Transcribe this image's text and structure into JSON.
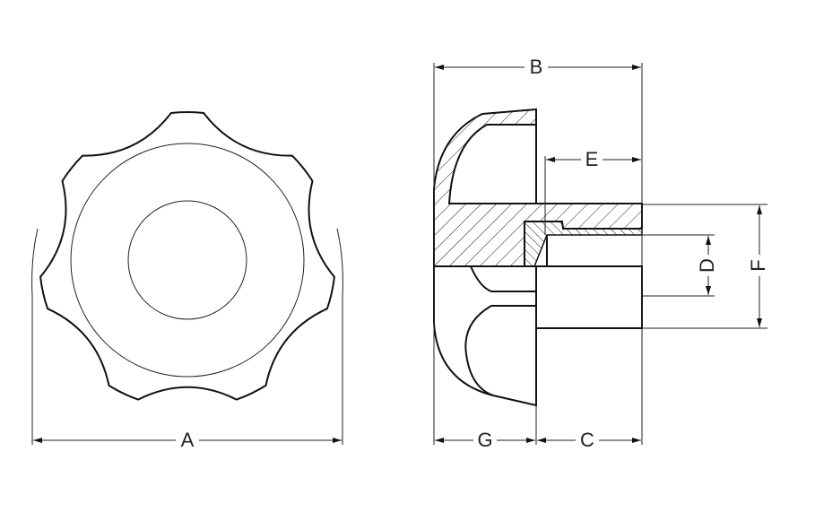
{
  "drawing": {
    "front_view": {
      "dimension_label": "A"
    },
    "side_view": {
      "dimensions": {
        "overall_length": "B",
        "stud_length": "C",
        "bore_diameter": "D",
        "insert_depth": "E",
        "hub_diameter": "F",
        "head_length": "G"
      }
    }
  },
  "colors": {
    "line": "#111111",
    "background": "#ffffff"
  }
}
